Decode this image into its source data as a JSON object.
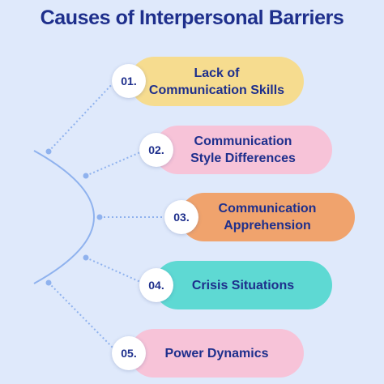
{
  "title": "Causes of Interpersonal Barriers",
  "items": [
    {
      "number": "01.",
      "line1": "Lack of",
      "line2": "Communication Skills",
      "color": "#f6dc8f"
    },
    {
      "number": "02.",
      "line1": "Communication",
      "line2": "Style Differences",
      "color": "#f7c3d8"
    },
    {
      "number": "03.",
      "line1": "Communication",
      "line2": "Apprehension",
      "color": "#f0a36d"
    },
    {
      "number": "04.",
      "line1": "Crisis Situations",
      "line2": "",
      "color": "#5ed9d3"
    },
    {
      "number": "05.",
      "line1": "Power Dynamics",
      "line2": "",
      "color": "#f7c3d8"
    }
  ],
  "colors": {
    "background": "#dfe9fb",
    "title": "#1e2f8c",
    "connector": "#8fb2ee"
  }
}
